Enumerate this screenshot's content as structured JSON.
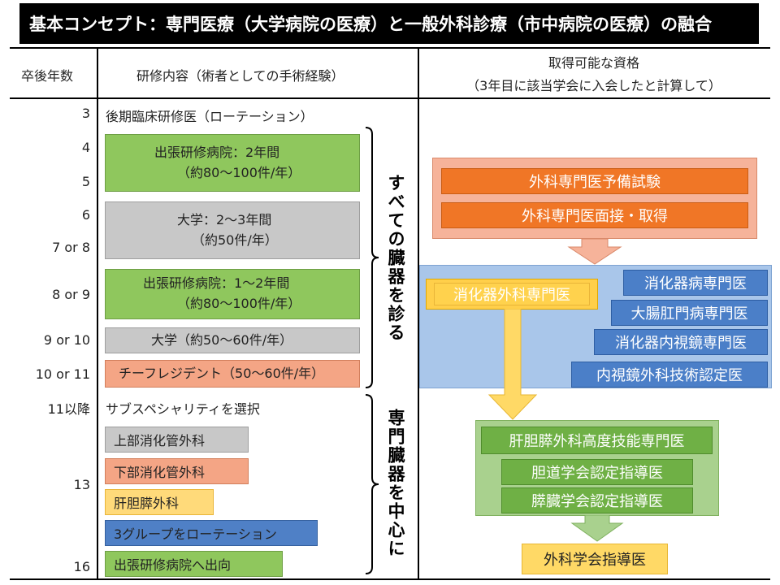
{
  "title": "基本コンセプト：専門医療（大学病院の医療）と一般外科診療（市中病院の医療）の融合",
  "headers": {
    "years": "卒後年数",
    "content": "研修内容（術者としての手術経験）",
    "qual_line1": "取得可能な資格",
    "qual_line2": "（3年目に該当学会に入会したと計算して）"
  },
  "years": [
    "3",
    "4",
    "5",
    "6",
    "7 or 8",
    "8 or 9",
    "9 or 10",
    "10 or 11",
    "11以降",
    "13",
    "16"
  ],
  "rows": {
    "rotation": "後期臨床研修医（ローテーション）",
    "dispatch1_l1": "出張研修病院：2年間",
    "dispatch1_l2": "（約80～100件/年）",
    "univ1_l1": "大学：2～3年間",
    "univ1_l2": "（約50件/年）",
    "dispatch2_l1": "出張研修病院：1～2年間",
    "dispatch2_l2": "（約80～100件/年）",
    "univ2": "大学（約50～60件/年）",
    "chief": "チーフレジデント（50～60件/年）",
    "subspecialty": "サブスペシャリティを選択",
    "upper_gi": "上部消化管外科",
    "lower_gi": "下部消化管外科",
    "hbp": "肝胆膵外科",
    "rotate3": "3グループをローテーション",
    "dispatch_out": "出張研修病院へ出向"
  },
  "brackets": {
    "all_organs": "すべての臓器を診る",
    "special_organs": "専門臓器を中心に"
  },
  "qualifications": {
    "surg_pre_exam": "外科専門医予備試験",
    "surg_interview": "外科専門医面接・取得",
    "gi_surg_specialist": "消化器外科専門医",
    "gi_disease_specialist": "消化器病専門医",
    "colorectal_specialist": "大腸肛門病専門医",
    "gi_endoscopy_specialist": "消化器内視鏡専門医",
    "endoscopic_surg_cert": "内視鏡外科技術認定医",
    "hbp_advanced_specialist": "肝胆膵外科高度技能専門医",
    "biliary_instructor": "胆道学会認定指導医",
    "pancreas_instructor": "膵臓学会認定指導医",
    "surgery_instructor": "外科学会指導医"
  },
  "colors": {
    "orange": "#f07626",
    "blue": "#4b7fc8",
    "green": "#6fb045",
    "yellow": "#ffd24d"
  }
}
